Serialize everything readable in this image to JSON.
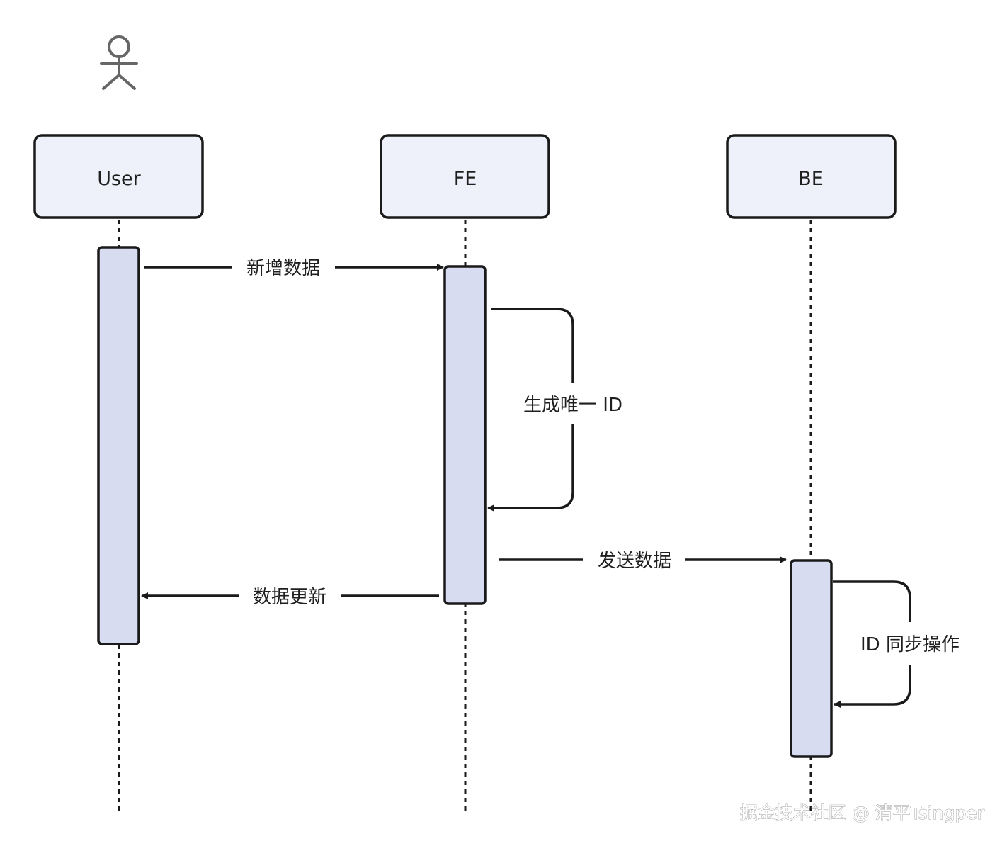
{
  "participants": [
    {
      "id": "user",
      "label": "User"
    },
    {
      "id": "fe",
      "label": "FE"
    },
    {
      "id": "be",
      "label": "BE"
    }
  ],
  "messages": [
    {
      "from": "User",
      "to": "FE",
      "label": "新增数据"
    },
    {
      "from": "FE",
      "to": "FE",
      "label": "生成唯一 ID"
    },
    {
      "from": "FE",
      "to": "BE",
      "label": "发送数据"
    },
    {
      "from": "FE",
      "to": "User",
      "label": "数据更新"
    },
    {
      "from": "BE",
      "to": "BE",
      "label": "ID 同步操作"
    }
  ],
  "watermark": "掘金技术社区 @ 清平Tsingper",
  "colors": {
    "box_fill": "#eef0fa",
    "activation_fill": "#d7dcf1",
    "stroke": "#1a1a1a",
    "actor_stroke": "#666666"
  }
}
